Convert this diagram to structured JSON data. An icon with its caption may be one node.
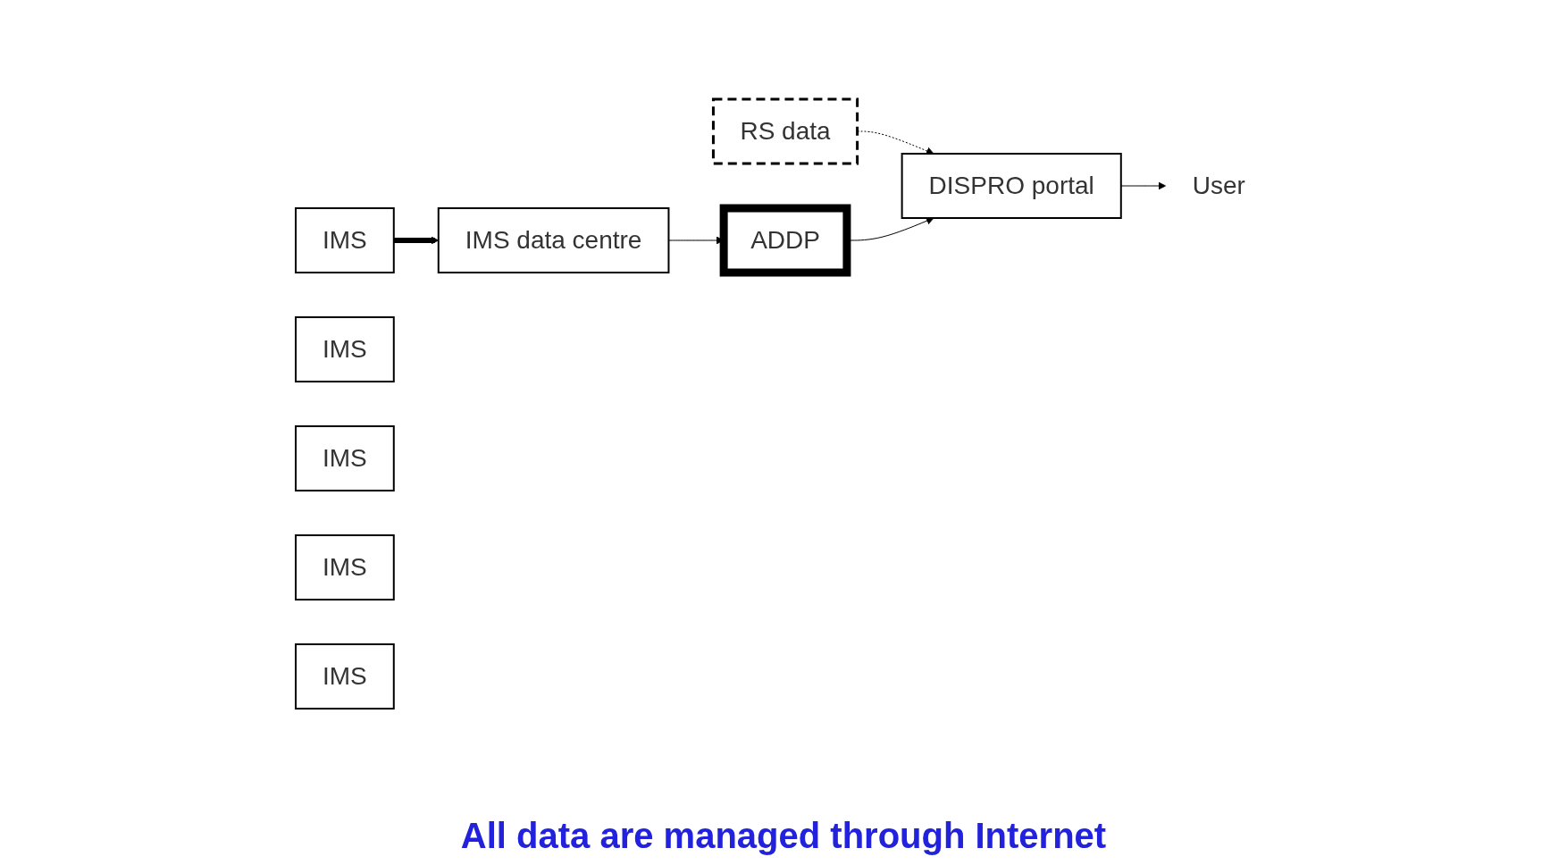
{
  "diagram": {
    "nodes": [
      {
        "text": [
          "RS data"
        ]
      },
      {
        "text": [
          "IMS data centre"
        ]
      },
      {
        "text": [
          "ADDP"
        ]
      },
      {
        "text": [
          "DISPRO portal"
        ]
      },
      {
        "text": [
          "User"
        ]
      },
      {
        "text": [
          "IMS"
        ]
      },
      {
        "text": [
          "IMS"
        ]
      },
      {
        "text": [
          "IMS"
        ]
      },
      {
        "text": [
          "IMS"
        ]
      },
      {
        "text": [
          "IMS"
        ]
      }
    ],
    "edges": [
      {
        "from": 0,
        "to": 3,
        "arrow": "to",
        "style": "dashed"
      },
      {
        "from": 1,
        "to": 2,
        "arrow": "to"
      },
      {
        "from": 2,
        "to": 3,
        "arrow": "to"
      },
      {
        "from": 3,
        "to": 4,
        "arrow": "to"
      },
      {
        "from": 5,
        "to": 1,
        "arrow": "to",
        "style": "thick"
      }
    ],
    "labels": [
      "All data are managed through Internet"
    ]
  }
}
